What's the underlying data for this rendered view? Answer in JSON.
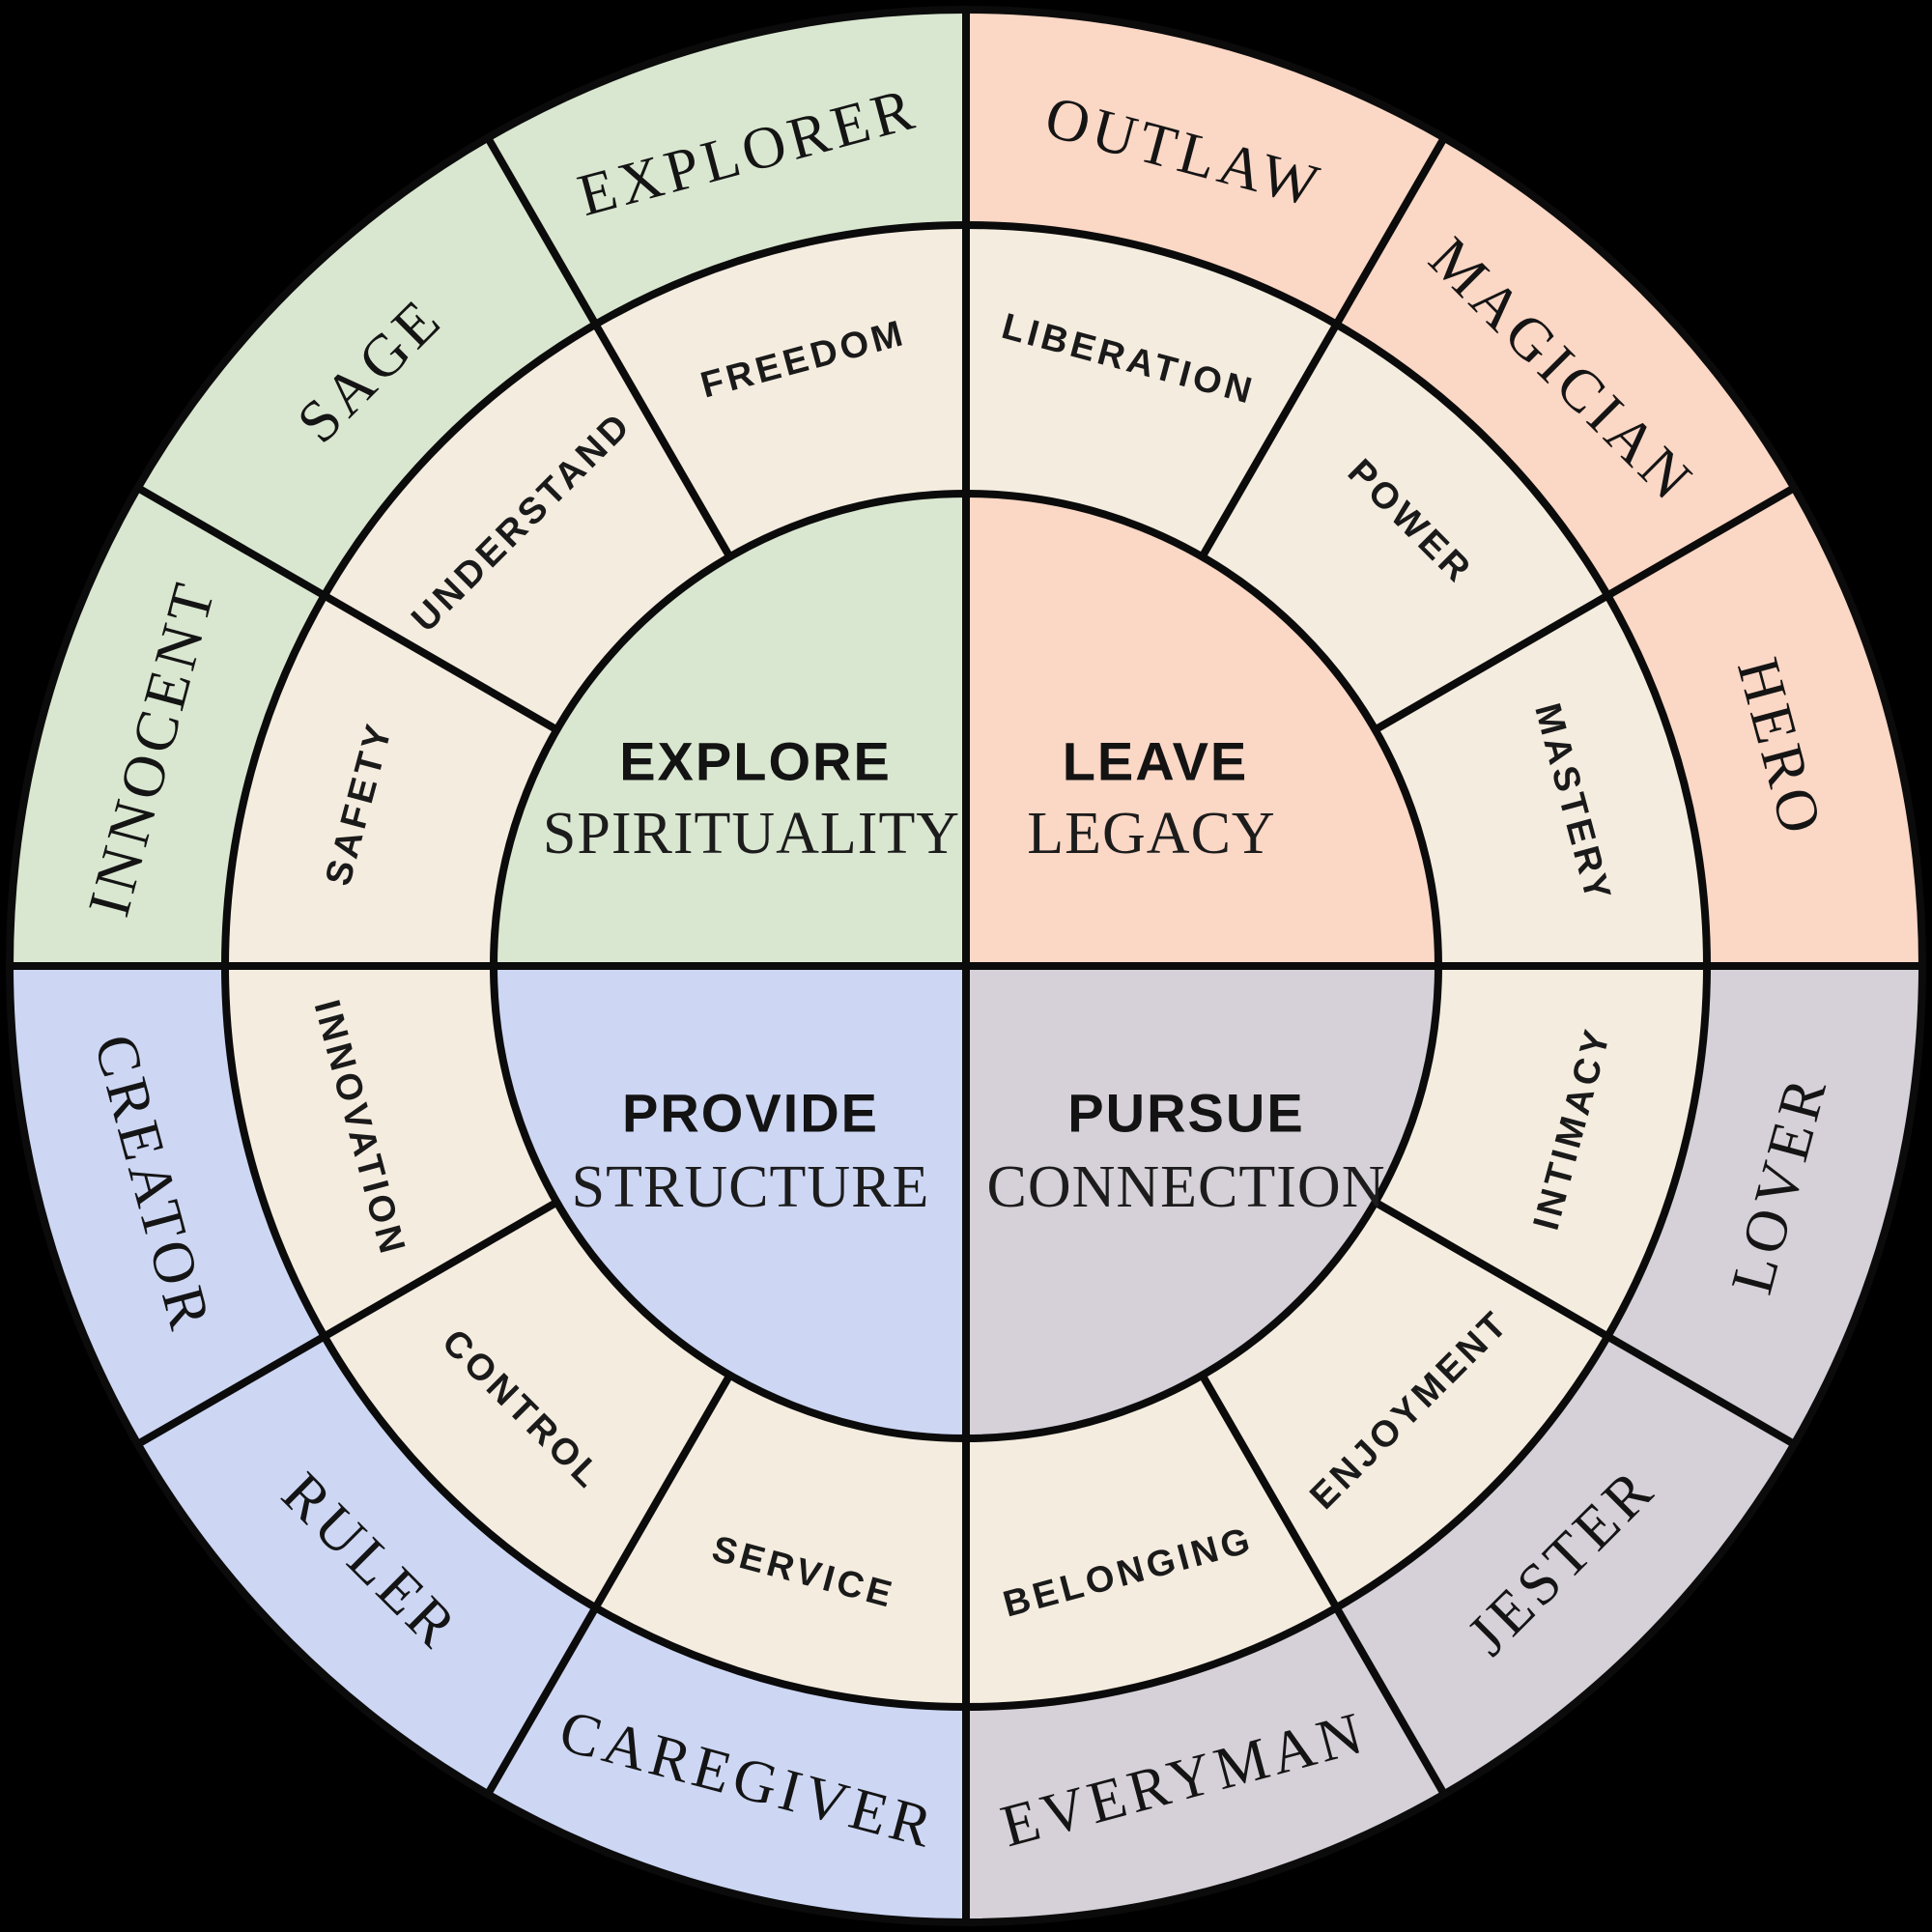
{
  "wheel": {
    "background": "#000000",
    "line_color": "#0b0b0b",
    "ring_color": "#f4ecdf",
    "text_color": "#141414",
    "quadrants": [
      {
        "name": "Explore Spirituality",
        "goal": "EXPLORE",
        "focus": "SPIRITUALITY",
        "color": "#d9e7d0",
        "segments": [
          {
            "archetype": "INNOCENT",
            "motivation": "SAFETY"
          },
          {
            "archetype": "SAGE",
            "motivation": "UNDERSTAND"
          },
          {
            "archetype": "EXPLORER",
            "motivation": "FREEDOM"
          }
        ]
      },
      {
        "name": "Leave Legacy",
        "goal": "LEAVE",
        "focus": "LEGACY",
        "color": "#fbd7c5",
        "segments": [
          {
            "archetype": "OUTLAW",
            "motivation": "LIBERATION"
          },
          {
            "archetype": "MAGICIAN",
            "motivation": "POWER"
          },
          {
            "archetype": "HERO",
            "motivation": "MASTERY"
          }
        ]
      },
      {
        "name": "Pursue Connection",
        "goal": "PURSUE",
        "focus": "CONNECTION",
        "color": "#d6d0d8",
        "segments": [
          {
            "archetype": "LOVER",
            "motivation": "INTIMACY"
          },
          {
            "archetype": "JESTER",
            "motivation": "ENJOYMENT"
          },
          {
            "archetype": "EVERYMAN",
            "motivation": "BELONGING"
          }
        ]
      },
      {
        "name": "Provide Structure",
        "goal": "PROVIDE",
        "focus": "STRUCTURE",
        "color": "#cdd7f4",
        "segments": [
          {
            "archetype": "CAREGIVER",
            "motivation": "SERVICE"
          },
          {
            "archetype": "RULER",
            "motivation": "CONTROL"
          },
          {
            "archetype": "CREATOR",
            "motivation": "INNOVATION"
          }
        ]
      }
    ]
  }
}
